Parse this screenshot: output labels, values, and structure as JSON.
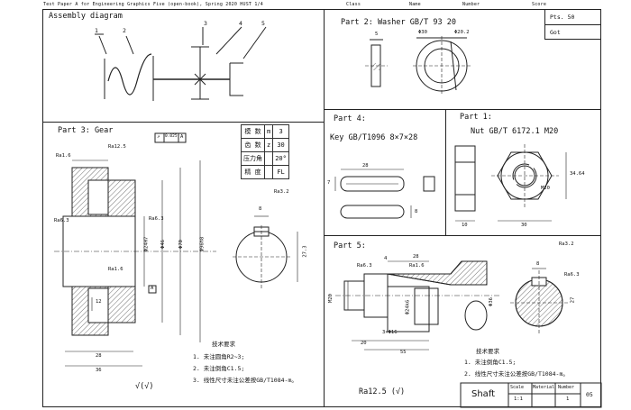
{
  "header": {
    "title": "Test Paper A for Engineering Graphics Five (open-book), Spring 2020  HUST 1/4",
    "class_label": "Class",
    "name_label": "Name",
    "number_label": "Number",
    "score_label": "Score"
  },
  "score_box": {
    "pts": "Pts. 50",
    "got": "Got"
  },
  "assembly": {
    "title": "Assembly diagram",
    "n1": "1",
    "n2": "2",
    "n3": "3",
    "n4": "4",
    "n5": "5"
  },
  "part2": {
    "title": "Part 2:  Washer GB/T 93 20",
    "d1": "5",
    "d2": "Φ30",
    "d3": "Φ20.2"
  },
  "part4": {
    "title": "Part 4:",
    "spec": "Key GB/T1096 8×7×28",
    "d_len": "28",
    "d_h": "7",
    "d_w": "8"
  },
  "part1": {
    "title": "Part 1:",
    "spec": "Nut GB/T 6172.1 M20",
    "d_m": "M20",
    "d_w": "34.64",
    "d_t": "10",
    "d_s": "30"
  },
  "part3": {
    "title": "Part 3:  Gear",
    "tol_frame": [
      "↗",
      "0.025",
      "A"
    ],
    "rough": [
      "Ra12.5",
      "Ra1.6",
      "Ra6.3",
      "Ra1.6",
      "Ra6.3",
      "Ra3.2"
    ],
    "params": [
      {
        "name": "模 数",
        "sym": "m",
        "val": "3"
      },
      {
        "name": "齿 数",
        "sym": "z",
        "val": "30"
      },
      {
        "name": "压力角",
        "sym": "",
        "val": "20°"
      },
      {
        "name": "精 度",
        "sym": "",
        "val": "FL"
      }
    ],
    "dims": [
      "Φ24H7",
      "Φ46",
      "Φ70",
      "Φ96h8",
      "12",
      "28",
      "36",
      "8",
      "27.3",
      "A"
    ],
    "notes_title": "技术要求",
    "notes": [
      "1. 未注圆角R2~3;",
      "2. 未注倒角C1.5;",
      "3. 线性尺寸未注公差按GB/T1084-m。"
    ],
    "rough_general": "√(√)"
  },
  "part5": {
    "title": "Part 5:",
    "rough": [
      "Ra6.3",
      "Ra1.6",
      "Ra3.2",
      "Ra6.3"
    ],
    "dims": [
      "4",
      "28",
      "M20",
      "Φ24k6",
      "Φ36",
      "3×Φ16",
      "20",
      "55",
      "8",
      "27"
    ],
    "notes_title": "技术要求",
    "notes": [
      "1. 未注倒角C1.5;",
      "2. 线性尺寸未注公差按GB/T1084-m。"
    ],
    "rough_general": "Ra12.5 (√)"
  },
  "title_block": {
    "name": "Shaft",
    "scale_label": "Scale",
    "scale": "1:1",
    "material_label": "Material",
    "number_label": "Number",
    "number": "1",
    "sheet": "05"
  }
}
